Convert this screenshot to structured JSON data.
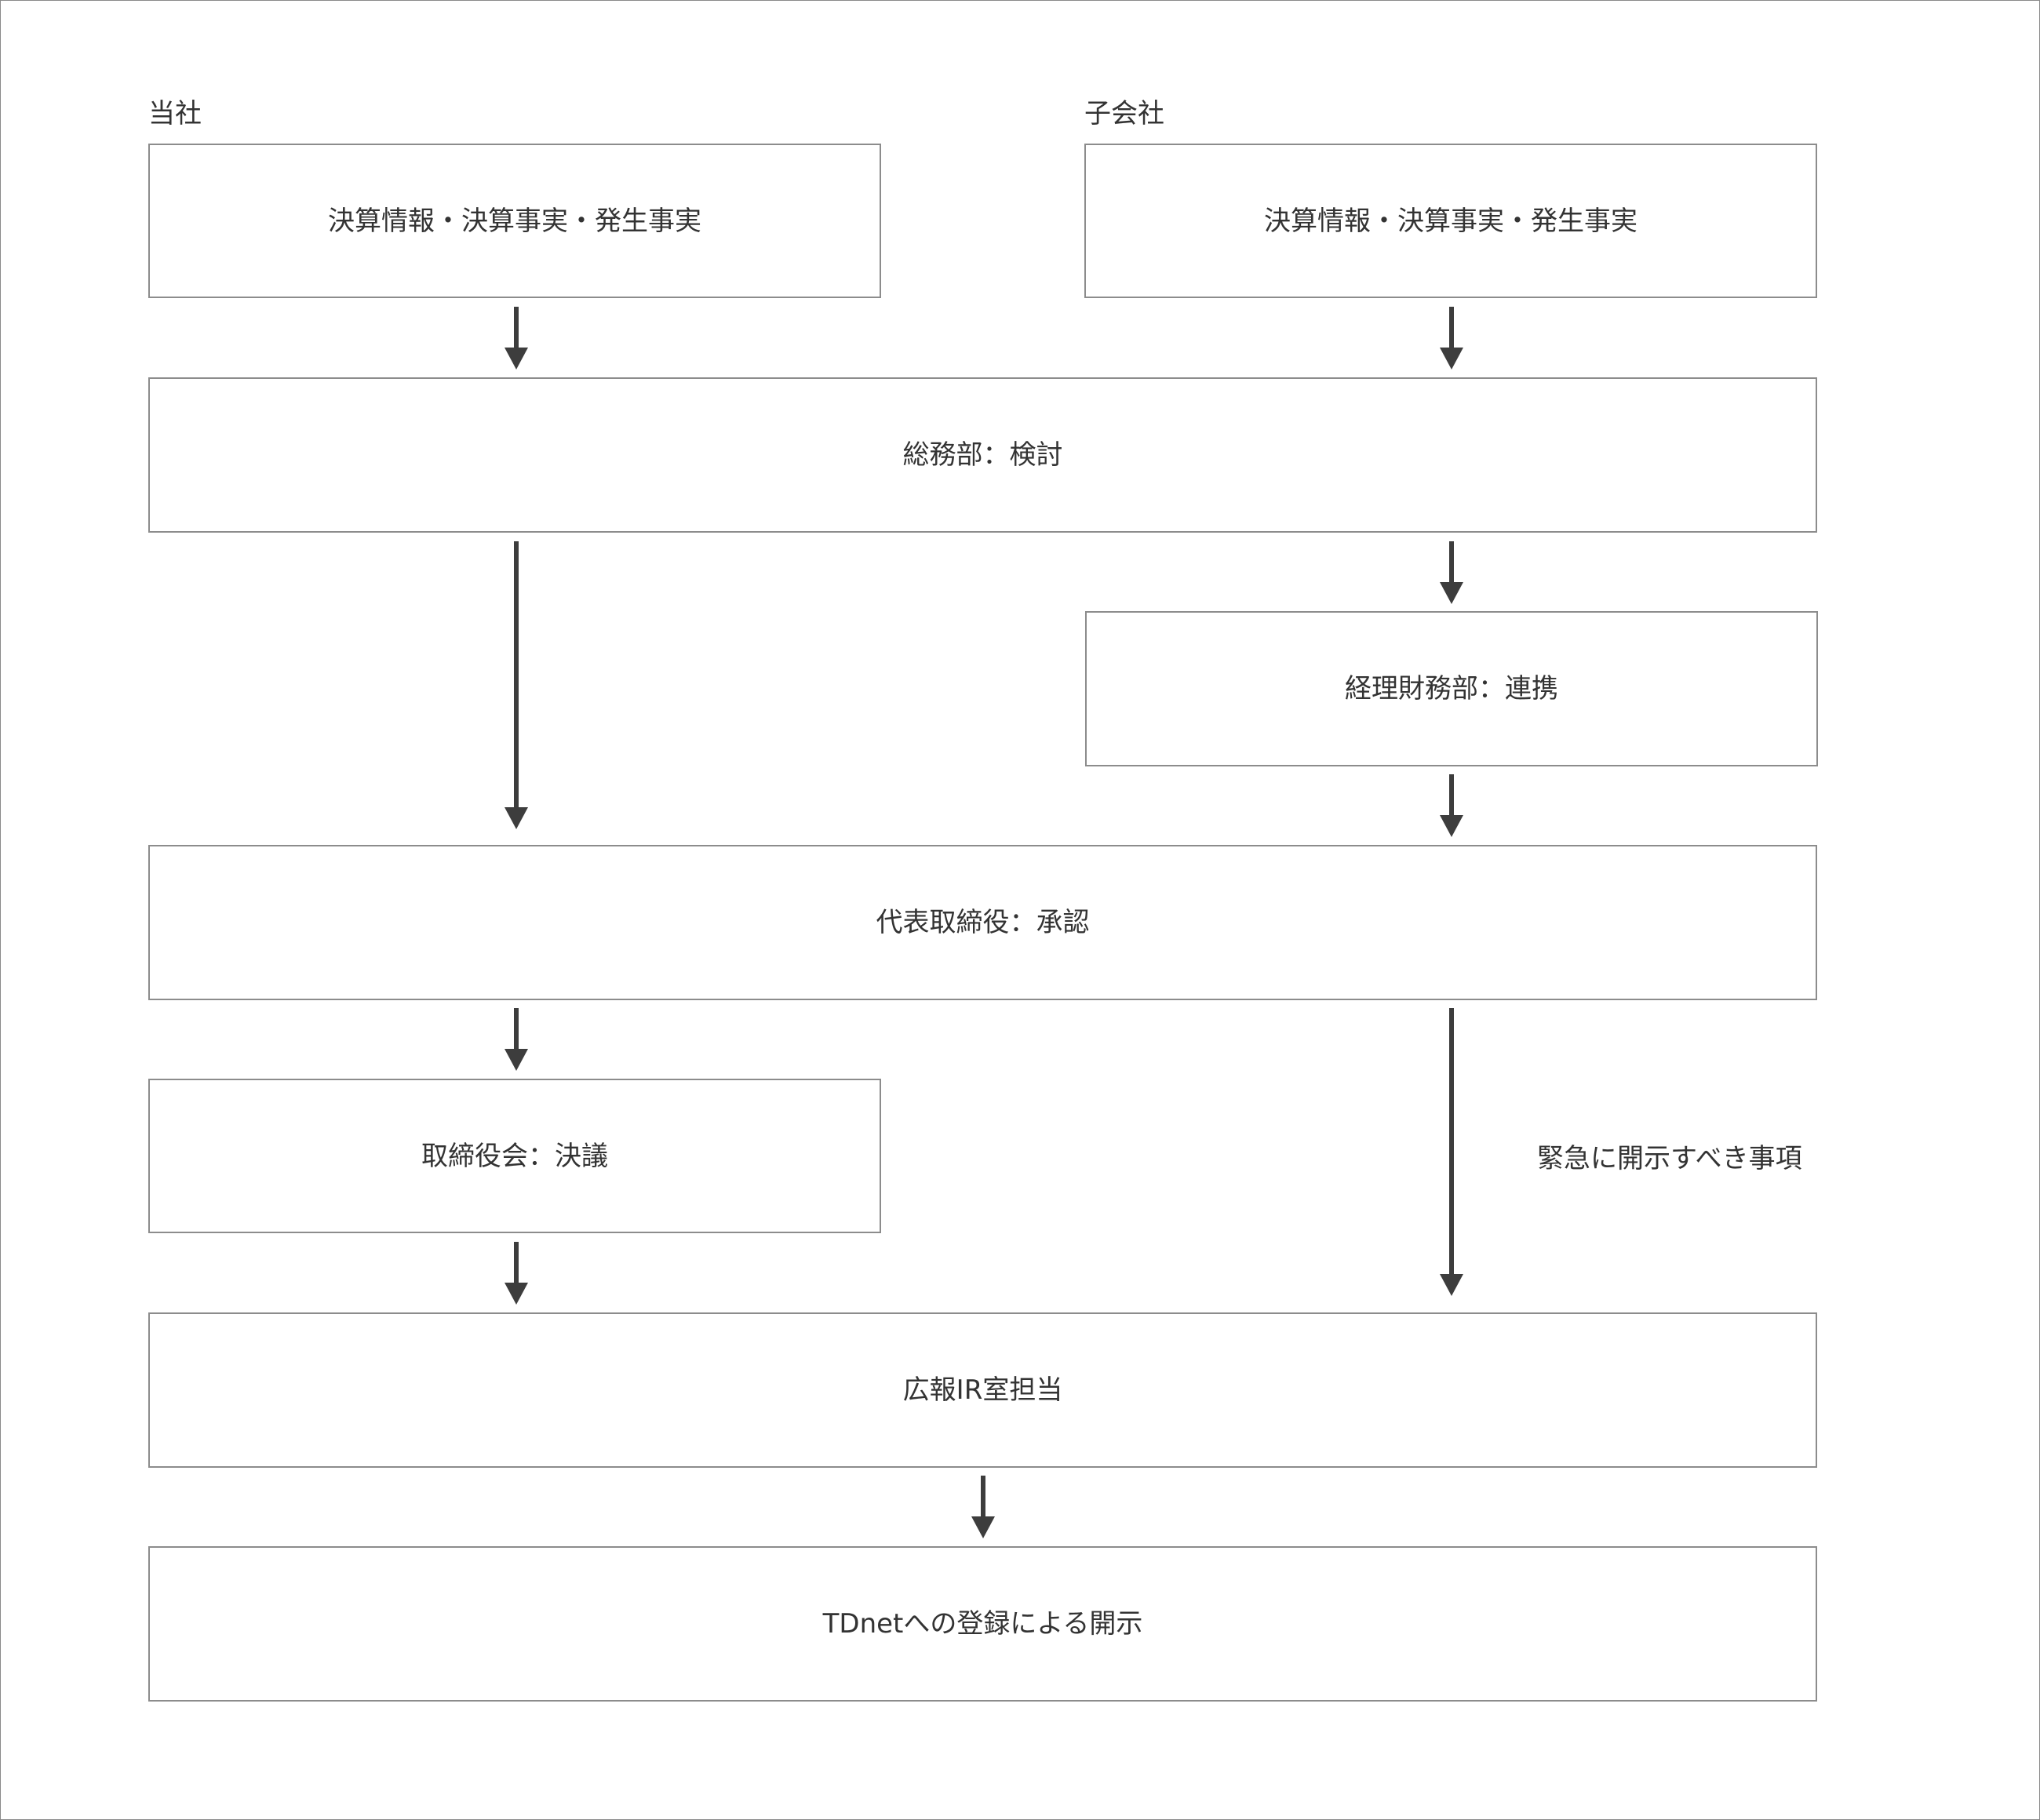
{
  "diagram": {
    "headers": {
      "own_company": "当社",
      "subsidiary": "子会社"
    },
    "nodes": {
      "own_source": "決算情報・決算事実・発生事実",
      "sub_source": "決算情報・決算事実・発生事実",
      "general_affairs": "総務部：検討",
      "accounting": "経理財務部：連携",
      "representative": "代表取締役：承認",
      "board": "取締役会：決議",
      "pr_ir": "広報IR室担当",
      "tdnet": "TDnetへの登録による開示"
    },
    "edges": [
      {
        "from": "own_source",
        "to": "general_affairs"
      },
      {
        "from": "sub_source",
        "to": "general_affairs"
      },
      {
        "from": "general_affairs",
        "to": "representative"
      },
      {
        "from": "general_affairs",
        "to": "accounting"
      },
      {
        "from": "accounting",
        "to": "representative"
      },
      {
        "from": "representative",
        "to": "board"
      },
      {
        "from": "representative",
        "to": "pr_ir",
        "label": "緊急に開示すべき事項"
      },
      {
        "from": "board",
        "to": "pr_ir"
      },
      {
        "from": "pr_ir",
        "to": "tdnet"
      }
    ],
    "colors": {
      "border": "#8c8c8c",
      "arrow": "#3d3d3d",
      "text": "#333333"
    }
  }
}
